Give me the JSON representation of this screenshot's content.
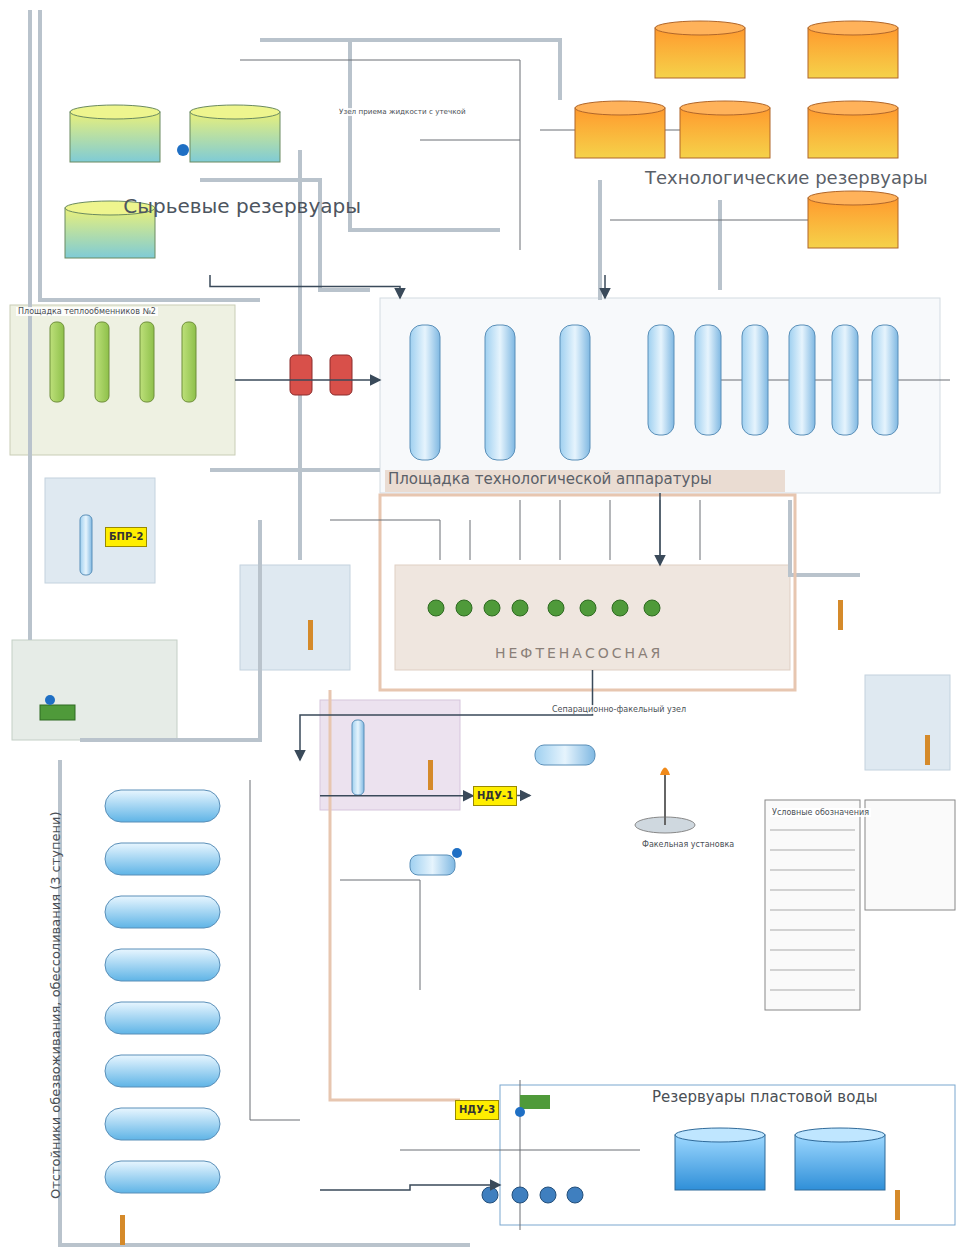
{
  "diagram": {
    "nodes": [
      {
        "text": [
          "Сырьевые резервуары"
        ]
      },
      {
        "text": [
          "Технологические резервуары"
        ]
      },
      {
        "text": [
          "Узел приема жидкости с утечкой"
        ]
      },
      {
        "text": [
          "Площадка теплообменников №2"
        ]
      },
      {
        "text": [
          "Площадка технологической аппаратуры"
        ]
      },
      {
        "text": [
          "НЕФТЕНАСОСНАЯ"
        ]
      },
      {
        "text": [
          "БПР-2"
        ]
      },
      {
        "text": [
          "Отстойники обезвоживания, обессоливания (3 ступени)"
        ]
      },
      {
        "text": [
          "НДУ-1"
        ]
      },
      {
        "text": [
          "Сепарационно-факельный узел"
        ]
      },
      {
        "text": [
          "Резервуары пластовой воды"
        ]
      },
      {
        "text": [
          "НДУ-3"
        ]
      }
    ],
    "edges": [
      {
        "from": 0,
        "to": 4,
        "arrow": "to"
      },
      {
        "from": 1,
        "to": 4,
        "arrow": "to"
      },
      {
        "from": 3,
        "to": 4,
        "arrow": "to"
      },
      {
        "from": 4,
        "to": 5,
        "arrow": "to"
      },
      {
        "from": 5,
        "to": 7,
        "arrow": "to"
      },
      {
        "from": 7,
        "to": 8,
        "arrow": "to"
      },
      {
        "from": 8,
        "to": 9,
        "arrow": "to"
      },
      {
        "from": 7,
        "to": 10,
        "arrow": "to"
      }
    ],
    "labels": [
      "Условные обозначения",
      "Факельная установка"
    ]
  }
}
